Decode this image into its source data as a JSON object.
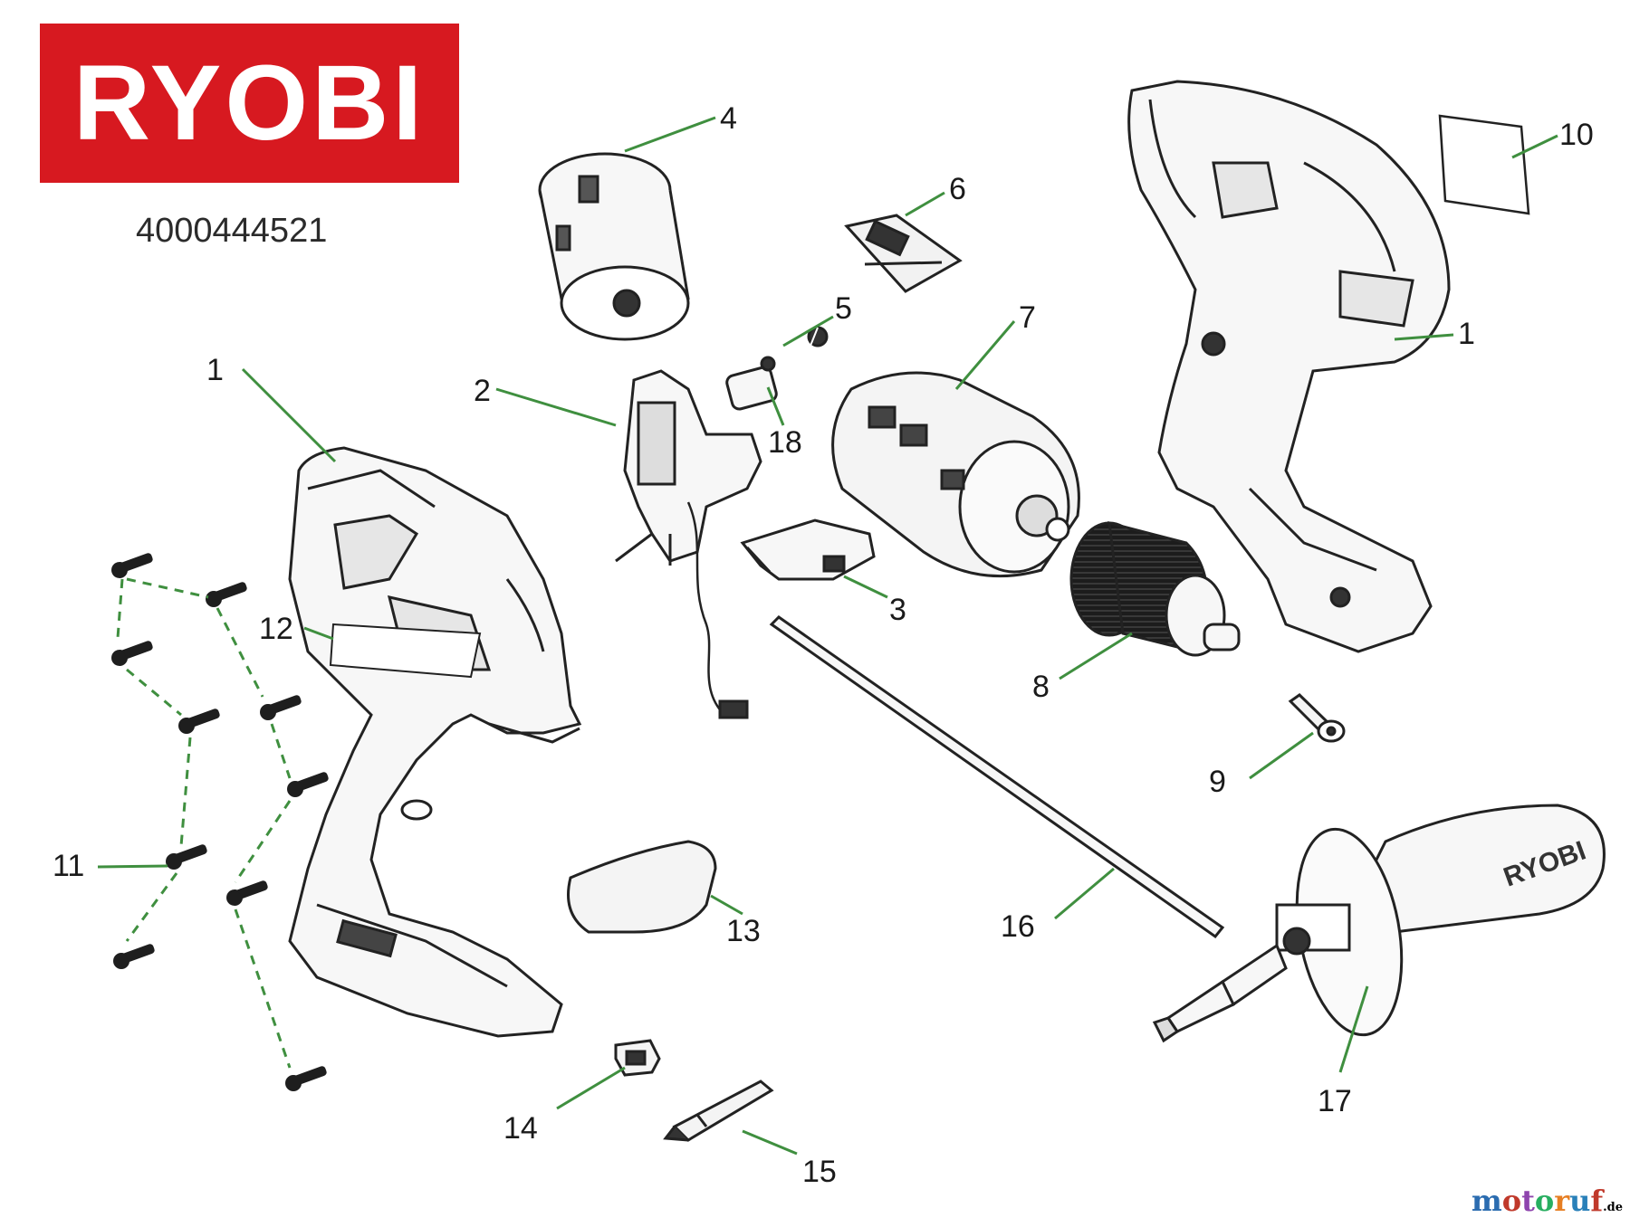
{
  "brand": {
    "logo_text": "RYOBI",
    "logo_color": "#d71920"
  },
  "part_number": "4000444521",
  "watermark": {
    "text": "motoruf",
    "tld": ".de",
    "letter_colors": [
      "#2b6cb0",
      "#c0392b",
      "#8e44ad",
      "#27ae60",
      "#e67e22",
      "#2980b9",
      "#c0392b"
    ]
  },
  "leader_color": "#3f8f3f",
  "callouts": [
    "1",
    "2",
    "3",
    "4",
    "5",
    "6",
    "7",
    "8",
    "9",
    "10",
    "1",
    "11",
    "12",
    "13",
    "14",
    "15",
    "16",
    "17",
    "18"
  ],
  "grip_brand_text": "RYOBI"
}
